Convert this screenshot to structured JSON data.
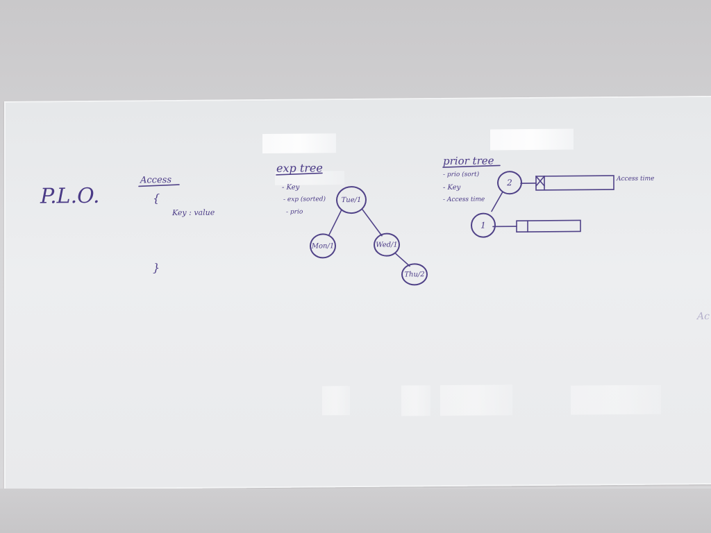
{
  "board": {
    "plo": "P.L.O.",
    "access": {
      "heading": "Access",
      "open_brace": "{",
      "entry": "Key : value",
      "close_brace": "}"
    },
    "exp_tree": {
      "heading": "exp tree",
      "items": [
        "- Key",
        "- exp (sorted)",
        "- prio"
      ],
      "nodes": [
        "Tue/1",
        "Mon/1",
        "Wed/1",
        "Thu/2"
      ]
    },
    "prior_tree": {
      "heading": "prior tree",
      "items": [
        "- prio (sort)",
        "- Key",
        "- Access time"
      ],
      "nodes": [
        "2",
        "1"
      ],
      "annotation": "Access time"
    },
    "edge_text": "Ac"
  },
  "ink_color": "#4a3a86"
}
